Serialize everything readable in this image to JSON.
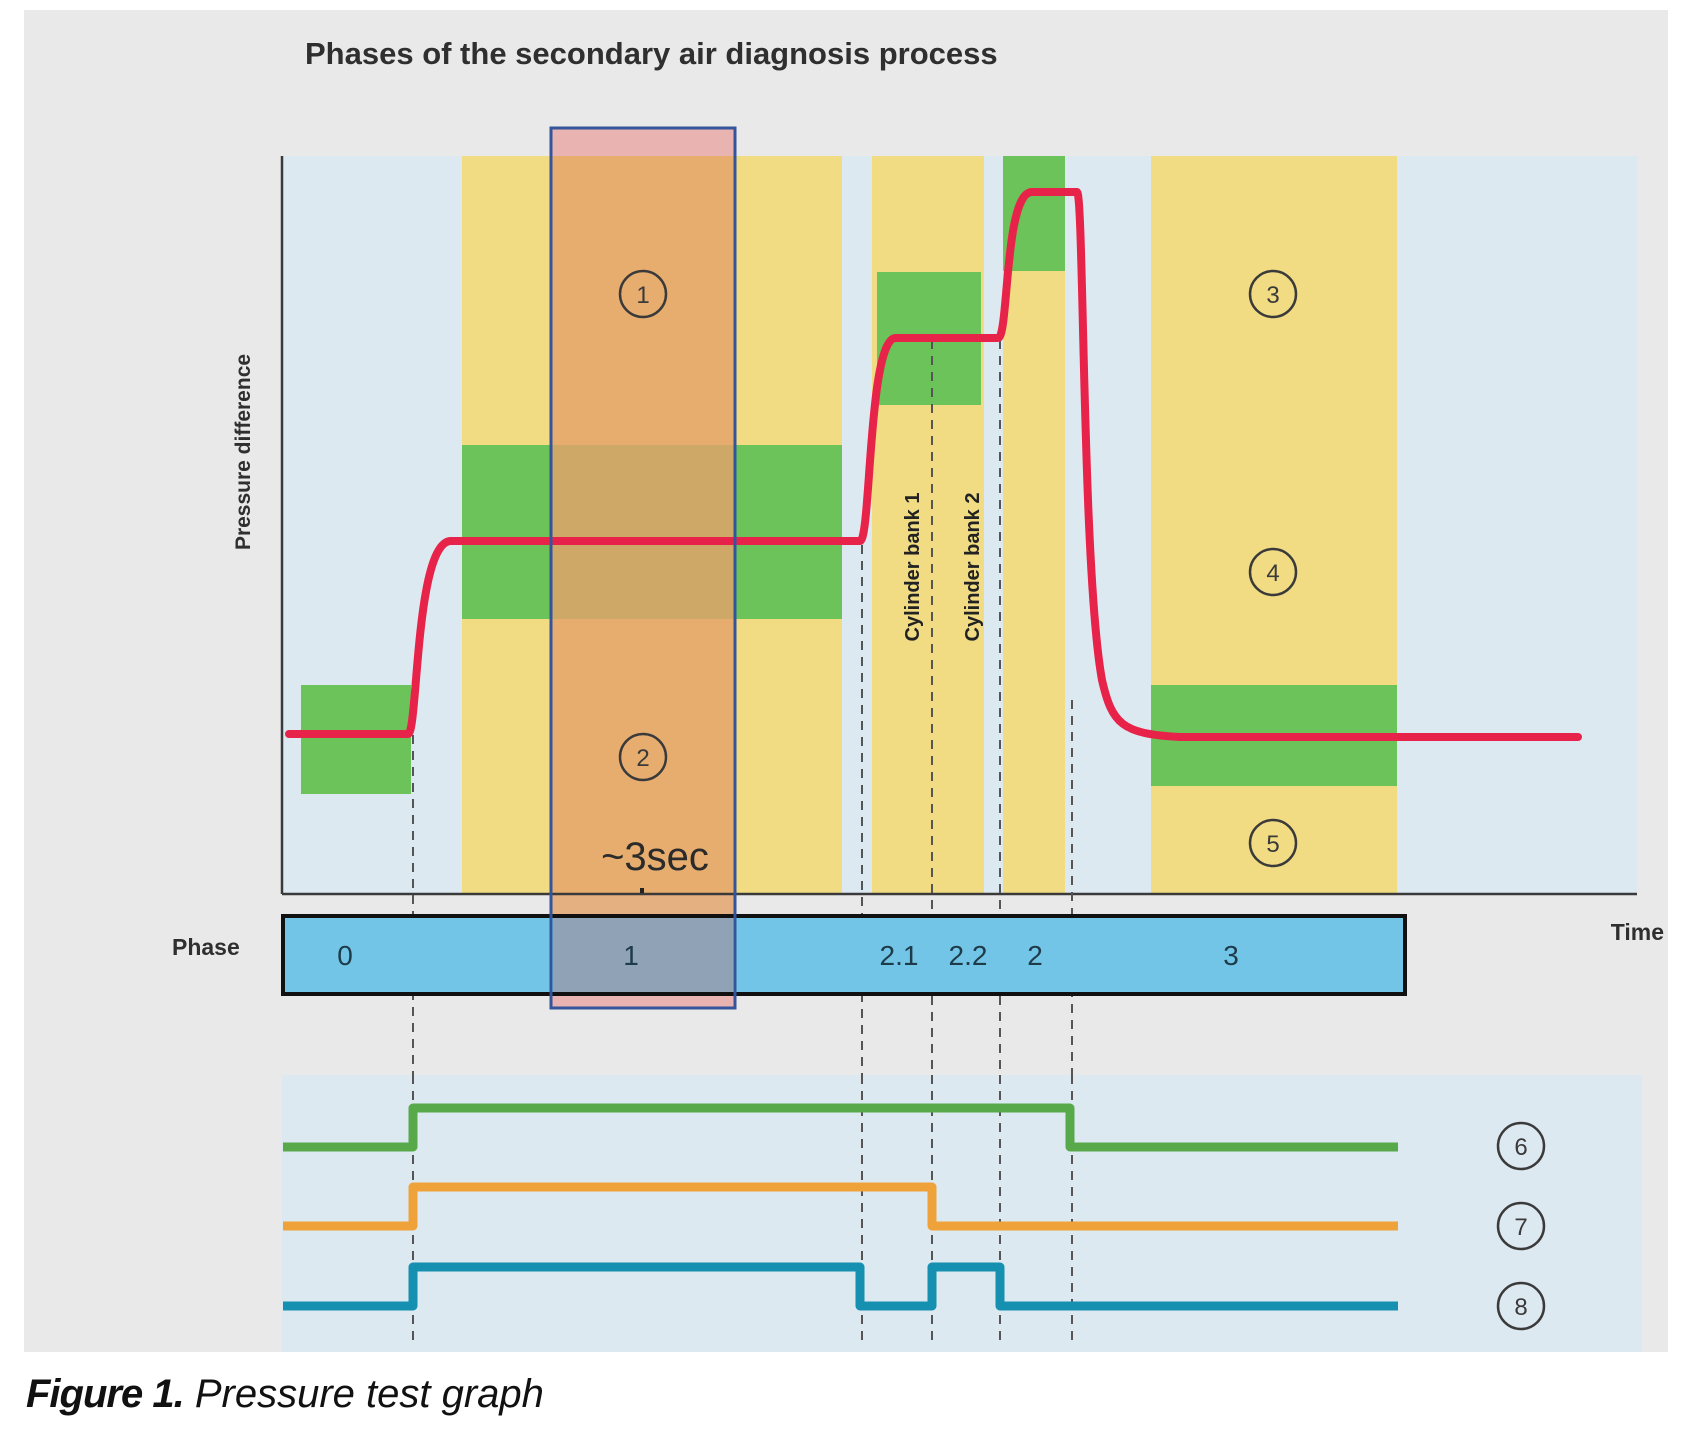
{
  "title": "Phases of the secondary air diagnosis process",
  "y_axis_label": "Pressure difference",
  "x_axis_label": "Time",
  "phase_row_label": "Phase",
  "phases": [
    "0",
    "1",
    "2.1",
    "2.2",
    "2",
    "3"
  ],
  "duration_annotation": "~3sec",
  "bank_labels": [
    "Cylinder bank 1",
    "Cylinder bank 2"
  ],
  "markers": [
    "1",
    "2",
    "3",
    "4",
    "5",
    "6",
    "7",
    "8"
  ],
  "caption": {
    "lead": "Figure 1.",
    "text": "Pressure test graph"
  },
  "colors": {
    "pressure_curve": "#e8234a",
    "tolerance_band": "#f1dc83",
    "ok_band": "#6cc35a",
    "highlight": "#e3a26a",
    "phase_bar": "#72c5e6",
    "signal_6": "#58a949",
    "signal_7": "#f0a23a",
    "signal_8": "#1590b0"
  }
}
